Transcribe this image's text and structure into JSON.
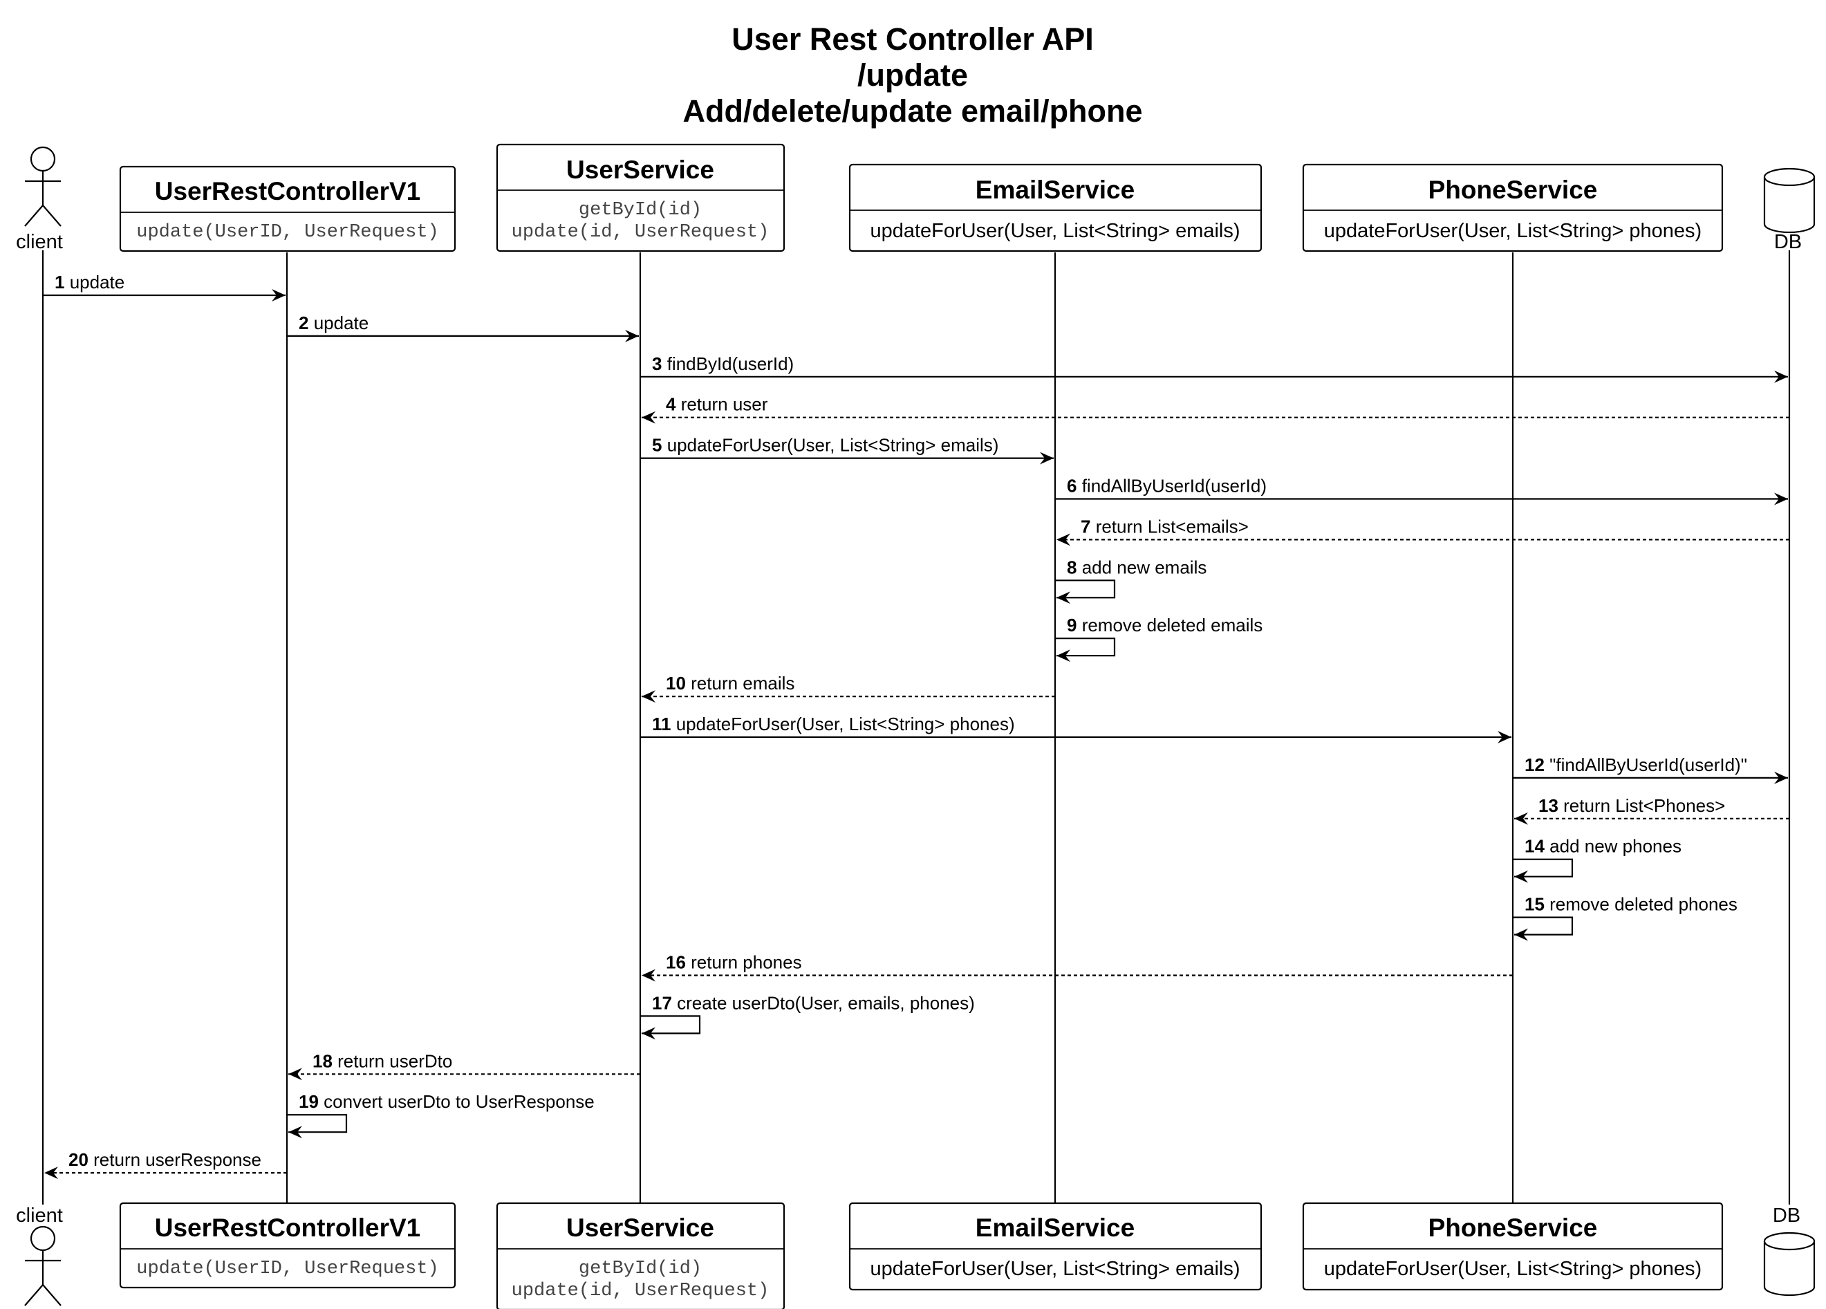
{
  "title_lines": [
    "User Rest Controller API",
    "/update",
    "Add/delete/update email/phone"
  ],
  "participants": [
    {
      "id": "client",
      "kind": "actor",
      "label": "client"
    },
    {
      "id": "controller",
      "kind": "box",
      "label": "UserRestControllerV1",
      "methods": [
        "update(UserID, UserRequest)"
      ],
      "method_font": "mono"
    },
    {
      "id": "userservice",
      "kind": "box",
      "label": "UserService",
      "methods": [
        "getById(id)",
        "update(id, UserRequest)"
      ],
      "method_font": "mono"
    },
    {
      "id": "emailservice",
      "kind": "box",
      "label": "EmailService",
      "methods": [
        "updateForUser(User, List<String> emails)"
      ],
      "method_font": "sans"
    },
    {
      "id": "phoneservice",
      "kind": "box",
      "label": "PhoneService",
      "methods": [
        "updateForUser(User, List<String> phones)"
      ],
      "method_font": "sans"
    },
    {
      "id": "db",
      "kind": "database",
      "label": "DB"
    }
  ],
  "messages": [
    {
      "num": "1",
      "text": "update",
      "from": "client",
      "to": "controller",
      "style": "solid"
    },
    {
      "num": "2",
      "text": "update",
      "from": "controller",
      "to": "userservice",
      "style": "solid"
    },
    {
      "num": "3",
      "text": "findById(userId)",
      "from": "userservice",
      "to": "db",
      "style": "solid"
    },
    {
      "num": "4",
      "text": "return user",
      "from": "db",
      "to": "userservice",
      "style": "dashed"
    },
    {
      "num": "5",
      "text": "updateForUser(User, List<String> emails)",
      "from": "userservice",
      "to": "emailservice",
      "style": "solid"
    },
    {
      "num": "6",
      "text": "findAllByUserId(userId)",
      "from": "emailservice",
      "to": "db",
      "style": "solid"
    },
    {
      "num": "7",
      "text": "return List<emails>",
      "from": "db",
      "to": "emailservice",
      "style": "dashed"
    },
    {
      "num": "8",
      "text": "add new emails",
      "from": "emailservice",
      "to": "emailservice",
      "style": "solid"
    },
    {
      "num": "9",
      "text": "remove deleted emails",
      "from": "emailservice",
      "to": "emailservice",
      "style": "solid"
    },
    {
      "num": "10",
      "text": "return emails",
      "from": "emailservice",
      "to": "userservice",
      "style": "dashed"
    },
    {
      "num": "11",
      "text": "updateForUser(User, List<String> phones)",
      "from": "userservice",
      "to": "phoneservice",
      "style": "solid"
    },
    {
      "num": "12",
      "text": "\"findAllByUserId(userId)\"",
      "from": "phoneservice",
      "to": "db",
      "style": "solid"
    },
    {
      "num": "13",
      "text": "return List<Phones>",
      "from": "db",
      "to": "phoneservice",
      "style": "dashed"
    },
    {
      "num": "14",
      "text": "add new phones",
      "from": "phoneservice",
      "to": "phoneservice",
      "style": "solid"
    },
    {
      "num": "15",
      "text": "remove deleted phones",
      "from": "phoneservice",
      "to": "phoneservice",
      "style": "solid"
    },
    {
      "num": "16",
      "text": "return phones",
      "from": "phoneservice",
      "to": "userservice",
      "style": "dashed"
    },
    {
      "num": "17",
      "text": "create userDto(User, emails, phones)",
      "from": "userservice",
      "to": "userservice",
      "style": "solid"
    },
    {
      "num": "18",
      "text": "return userDto",
      "from": "userservice",
      "to": "controller",
      "style": "dashed"
    },
    {
      "num": "19",
      "text": "convert userDto to UserResponse",
      "from": "controller",
      "to": "controller",
      "style": "solid"
    },
    {
      "num": "20",
      "text": "return userResponse",
      "from": "controller",
      "to": "client",
      "style": "dashed"
    }
  ]
}
